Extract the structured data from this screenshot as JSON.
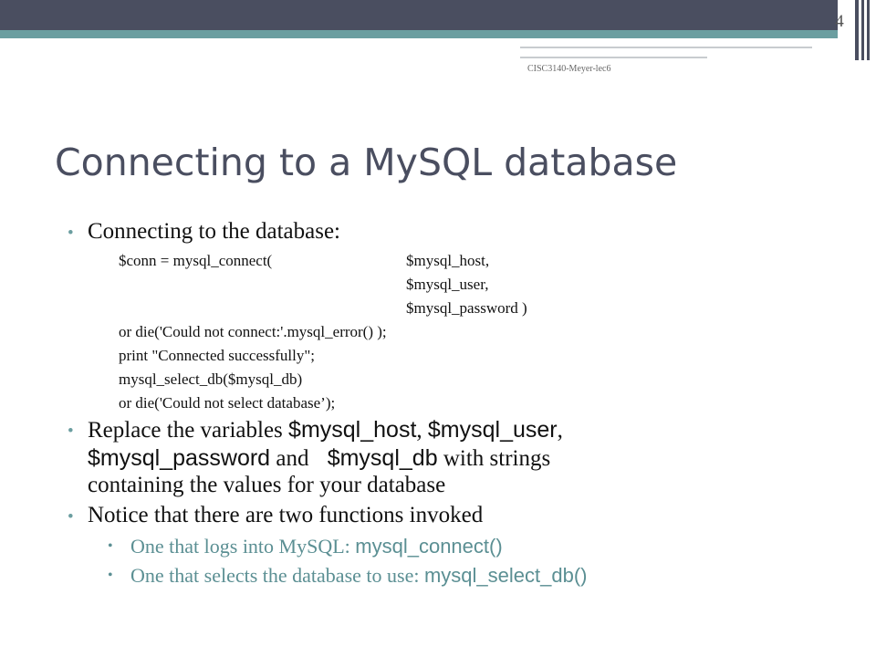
{
  "slide": {
    "number": "4",
    "footer": "CISC3140-Meyer-lec6",
    "title": "Connecting to a MySQL database"
  },
  "bullets": [
    {
      "text": "Connecting to the database:"
    },
    {
      "prefix": "Replace the variables ",
      "v1": "$mysql_host",
      "c1": ", ",
      "v2": "$mysql_user",
      "c2": ",",
      "v3": "$mysql_password",
      "and": " and ",
      "v4": "$mysql_db",
      "rest1": " with strings",
      "rest2": "containing the values for your database"
    },
    {
      "text": "Notice that there are two functions invoked"
    }
  ],
  "code": {
    "l1a": "$conn = mysql_connect(",
    "l1b": "$mysql_host,",
    "l2": "$mysql_user,",
    "l3": "$mysql_password )",
    "l4": "or die('Could not connect:'.mysql_error() );",
    "l5": "print \"Connected successfully\";",
    "l6": "mysql_select_db($mysql_db)",
    "l7": "or die('Could not select database’);"
  },
  "subbullets": [
    {
      "text": "One that logs into MySQL: ",
      "fn": "mysql_connect()"
    },
    {
      "text": "One that selects the database to use: ",
      "fn": "mysql_select_db()"
    }
  ],
  "colors": {
    "title": "#4a4e60",
    "accent": "#6b9ea0",
    "subbullet": "#5b8f93"
  }
}
